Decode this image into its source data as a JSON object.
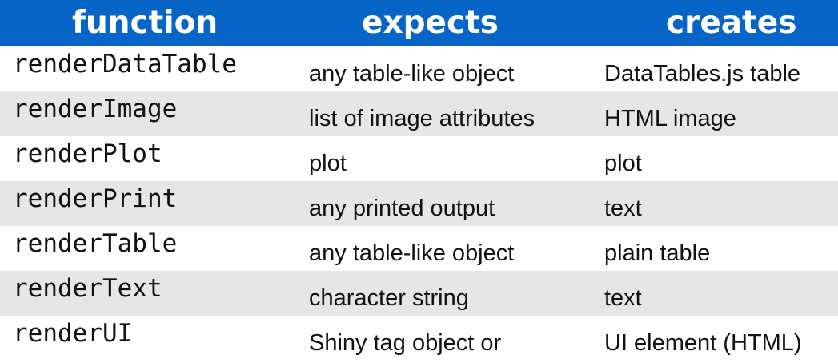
{
  "header": {
    "function": "function",
    "expects": "expects",
    "creates": "creates"
  },
  "rows": [
    {
      "function": "renderDataTable",
      "expects": "any table-like object",
      "creates": "DataTables.js table"
    },
    {
      "function": "renderImage",
      "expects": "list of image attributes",
      "creates": "HTML image"
    },
    {
      "function": "renderPlot",
      "expects": "plot",
      "creates": "plot"
    },
    {
      "function": "renderPrint",
      "expects": "any printed output",
      "creates": "text"
    },
    {
      "function": "renderTable",
      "expects": "any table-like object",
      "creates": "plain table"
    },
    {
      "function": "renderText",
      "expects": "character string",
      "creates": "text"
    },
    {
      "function": "renderUI",
      "expects": "Shiny tag object or",
      "creates": "UI element (HTML)"
    }
  ],
  "colors": {
    "header_bg": "#0665c7",
    "header_text": "#ffffff",
    "stripe": "#e6e6e6"
  }
}
